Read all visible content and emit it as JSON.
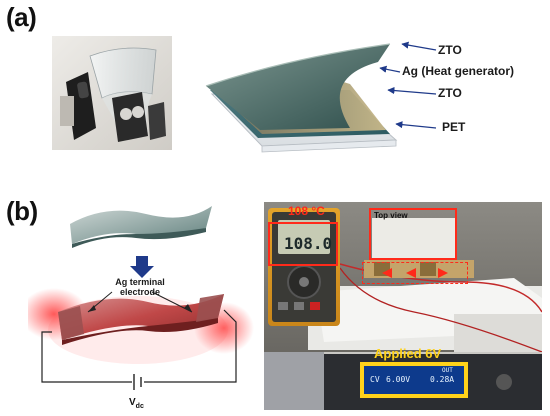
{
  "panel_a": {
    "label": "(a)",
    "layers": [
      {
        "name": "ZTO"
      },
      {
        "name": "Ag (Heat generator)"
      },
      {
        "name": "ZTO"
      },
      {
        "name": "PET"
      }
    ]
  },
  "panel_b": {
    "label": "(b)",
    "electrode_label_line1": "Ag terminal",
    "electrode_label_line2": "electrode",
    "voltage_main": "V",
    "voltage_sub": "dc",
    "temperature": "108 °C",
    "multimeter_reading": "108.0",
    "top_view_label": "Top view",
    "applied_label": "Applied 6V",
    "psu_cv": "CV",
    "psu_voltage": "6.00V",
    "psu_current": "0.28A",
    "psu_out": "OUT"
  },
  "colors": {
    "temperature_highlight": "#ff2a1a",
    "applied_highlight": "#ffd21a",
    "arrow_blue": "#1f3a8a",
    "film_teal": "#3e6b6b"
  }
}
